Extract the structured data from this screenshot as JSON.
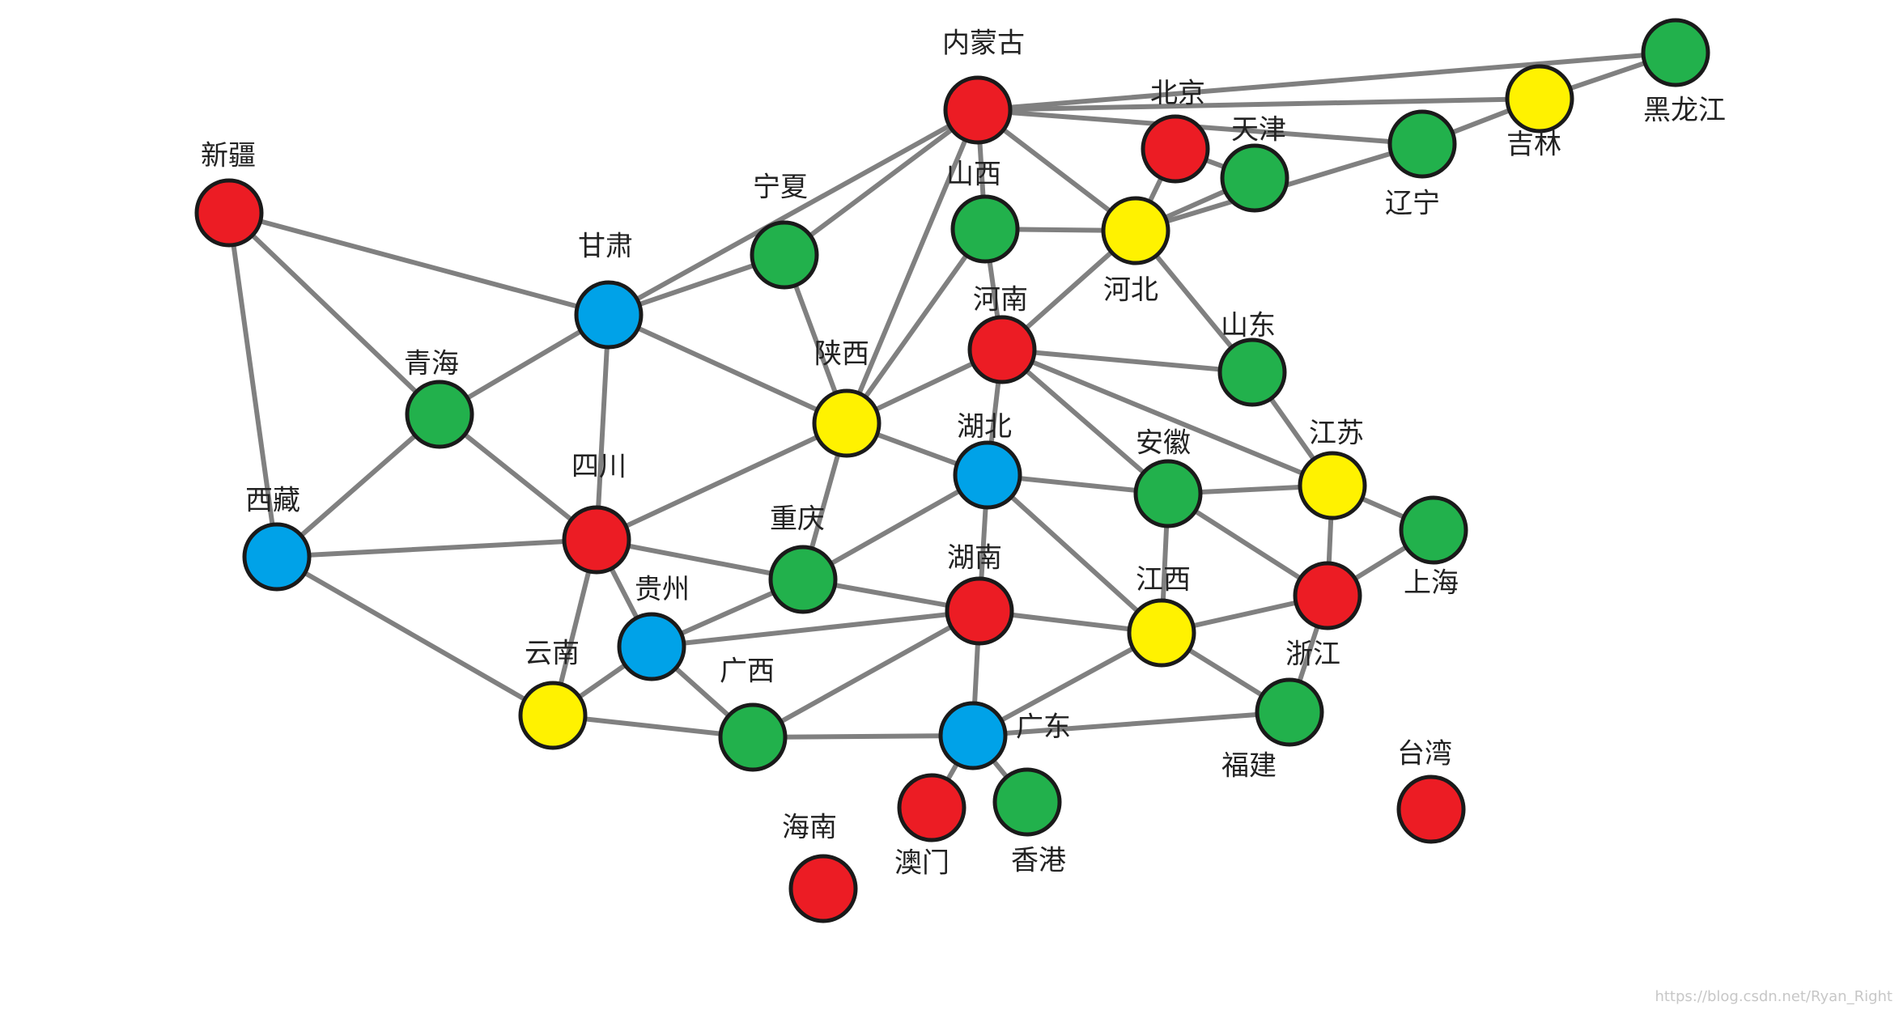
{
  "colors": {
    "red": "#ec1c24",
    "green": "#22b14c",
    "yellow": "#fff200",
    "blue": "#00a2e8",
    "edge": "#808080",
    "outline": "#1a1a1a"
  },
  "nodes": [
    {
      "id": "neimenggu",
      "label": "内蒙古",
      "color": "red"
    },
    {
      "id": "heilongjiang",
      "label": "黑龙江",
      "color": "green"
    },
    {
      "id": "jilin",
      "label": "吉林",
      "color": "yellow"
    },
    {
      "id": "liaoning",
      "label": "辽宁",
      "color": "green"
    },
    {
      "id": "beijing",
      "label": "北京",
      "color": "red"
    },
    {
      "id": "tianjin",
      "label": "天津",
      "color": "green"
    },
    {
      "id": "hebei",
      "label": "河北",
      "color": "yellow"
    },
    {
      "id": "shanxi",
      "label": "山西",
      "color": "green"
    },
    {
      "id": "ningxia",
      "label": "宁夏",
      "color": "green"
    },
    {
      "id": "xinjiang",
      "label": "新疆",
      "color": "red"
    },
    {
      "id": "gansu",
      "label": "甘肃",
      "color": "blue"
    },
    {
      "id": "qinghai",
      "label": "青海",
      "color": "green"
    },
    {
      "id": "shaanxi",
      "label": "陕西",
      "color": "yellow"
    },
    {
      "id": "henan",
      "label": "河南",
      "color": "red"
    },
    {
      "id": "shandong",
      "label": "山东",
      "color": "green"
    },
    {
      "id": "hubei",
      "label": "湖北",
      "color": "blue"
    },
    {
      "id": "anhui",
      "label": "安徽",
      "color": "green"
    },
    {
      "id": "jiangsu",
      "label": "江苏",
      "color": "yellow"
    },
    {
      "id": "shanghai",
      "label": "上海",
      "color": "green"
    },
    {
      "id": "xizang",
      "label": "西藏",
      "color": "blue"
    },
    {
      "id": "sichuan",
      "label": "四川",
      "color": "red"
    },
    {
      "id": "chongqing",
      "label": "重庆",
      "color": "green"
    },
    {
      "id": "hunan",
      "label": "湖南",
      "color": "red"
    },
    {
      "id": "jiangxi",
      "label": "江西",
      "color": "yellow"
    },
    {
      "id": "zhejiang",
      "label": "浙江",
      "color": "red"
    },
    {
      "id": "guizhou",
      "label": "贵州",
      "color": "blue"
    },
    {
      "id": "yunnan",
      "label": "云南",
      "color": "yellow"
    },
    {
      "id": "guangxi",
      "label": "广西",
      "color": "green"
    },
    {
      "id": "guangdong",
      "label": "广东",
      "color": "blue"
    },
    {
      "id": "fujian",
      "label": "福建",
      "color": "green"
    },
    {
      "id": "macau",
      "label": "澳门",
      "color": "red"
    },
    {
      "id": "hongkong",
      "label": "香港",
      "color": "green"
    },
    {
      "id": "hainan",
      "label": "海南",
      "color": "red"
    },
    {
      "id": "taiwan",
      "label": "台湾",
      "color": "red"
    }
  ],
  "edges": [
    [
      "neimenggu",
      "heilongjiang"
    ],
    [
      "neimenggu",
      "jilin"
    ],
    [
      "neimenggu",
      "liaoning"
    ],
    [
      "neimenggu",
      "hebei"
    ],
    [
      "neimenggu",
      "shanxi"
    ],
    [
      "neimenggu",
      "ningxia"
    ],
    [
      "neimenggu",
      "gansu"
    ],
    [
      "neimenggu",
      "shaanxi"
    ],
    [
      "heilongjiang",
      "jilin"
    ],
    [
      "jilin",
      "liaoning"
    ],
    [
      "liaoning",
      "hebei"
    ],
    [
      "beijing",
      "tianjin"
    ],
    [
      "beijing",
      "hebei"
    ],
    [
      "tianjin",
      "hebei"
    ],
    [
      "hebei",
      "shanxi"
    ],
    [
      "hebei",
      "henan"
    ],
    [
      "hebei",
      "shandong"
    ],
    [
      "shanxi",
      "shaanxi"
    ],
    [
      "shanxi",
      "henan"
    ],
    [
      "ningxia",
      "gansu"
    ],
    [
      "ningxia",
      "shaanxi"
    ],
    [
      "xinjiang",
      "gansu"
    ],
    [
      "xinjiang",
      "qinghai"
    ],
    [
      "xinjiang",
      "xizang"
    ],
    [
      "gansu",
      "qinghai"
    ],
    [
      "gansu",
      "sichuan"
    ],
    [
      "gansu",
      "shaanxi"
    ],
    [
      "qinghai",
      "xizang"
    ],
    [
      "qinghai",
      "sichuan"
    ],
    [
      "shaanxi",
      "henan"
    ],
    [
      "shaanxi",
      "hubei"
    ],
    [
      "shaanxi",
      "sichuan"
    ],
    [
      "shaanxi",
      "chongqing"
    ],
    [
      "henan",
      "shandong"
    ],
    [
      "henan",
      "anhui"
    ],
    [
      "henan",
      "jiangsu"
    ],
    [
      "henan",
      "hubei"
    ],
    [
      "shandong",
      "jiangsu"
    ],
    [
      "hubei",
      "anhui"
    ],
    [
      "hubei",
      "chongqing"
    ],
    [
      "hubei",
      "hunan"
    ],
    [
      "hubei",
      "jiangxi"
    ],
    [
      "anhui",
      "jiangsu"
    ],
    [
      "anhui",
      "zhejiang"
    ],
    [
      "anhui",
      "jiangxi"
    ],
    [
      "jiangsu",
      "shanghai"
    ],
    [
      "jiangsu",
      "zhejiang"
    ],
    [
      "shanghai",
      "zhejiang"
    ],
    [
      "xizang",
      "sichuan"
    ],
    [
      "xizang",
      "yunnan"
    ],
    [
      "sichuan",
      "chongqing"
    ],
    [
      "sichuan",
      "guizhou"
    ],
    [
      "sichuan",
      "yunnan"
    ],
    [
      "chongqing",
      "hunan"
    ],
    [
      "chongqing",
      "guizhou"
    ],
    [
      "hunan",
      "guizhou"
    ],
    [
      "hunan",
      "jiangxi"
    ],
    [
      "hunan",
      "guangxi"
    ],
    [
      "hunan",
      "guangdong"
    ],
    [
      "jiangxi",
      "zhejiang"
    ],
    [
      "jiangxi",
      "fujian"
    ],
    [
      "jiangxi",
      "guangdong"
    ],
    [
      "zhejiang",
      "fujian"
    ],
    [
      "guizhou",
      "yunnan"
    ],
    [
      "guizhou",
      "guangxi"
    ],
    [
      "yunnan",
      "guangxi"
    ],
    [
      "guangxi",
      "guangdong"
    ],
    [
      "guangdong",
      "fujian"
    ],
    [
      "guangdong",
      "macau"
    ],
    [
      "guangdong",
      "hongkong"
    ]
  ],
  "watermark": "https://blog.csdn.net/Ryan_Right"
}
